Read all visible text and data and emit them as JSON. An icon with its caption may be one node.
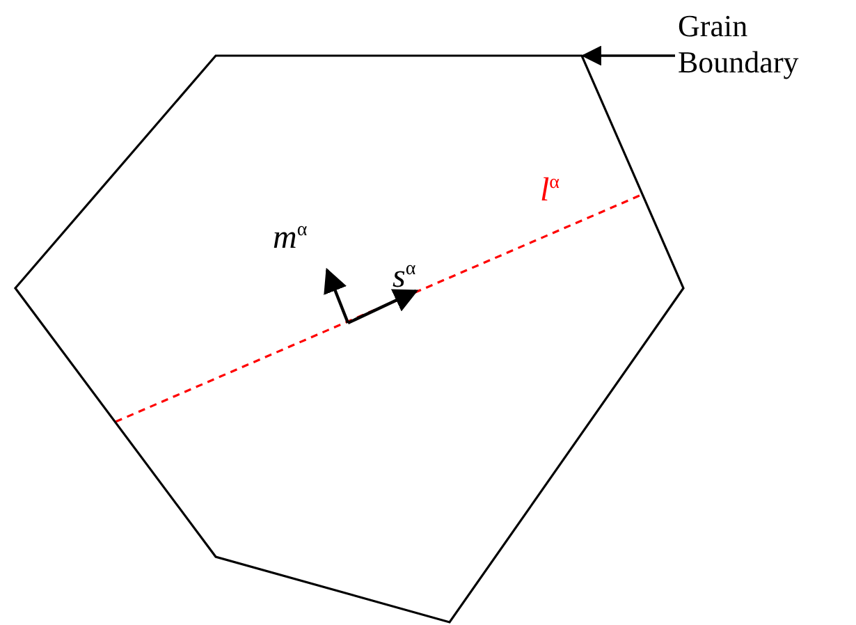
{
  "diagram": {
    "nodes": [
      {
        "text": [
          "Grain Boundary"
        ]
      },
      {
        "text": [],
        "shape": "hexagon"
      }
    ],
    "edges": [
      {
        "from": 0,
        "to": 1,
        "arrow": "to"
      }
    ],
    "labels": [
      "*m*$^{α}$",
      "*s*$^{α}$",
      "*l*$^{α}$"
    ]
  }
}
